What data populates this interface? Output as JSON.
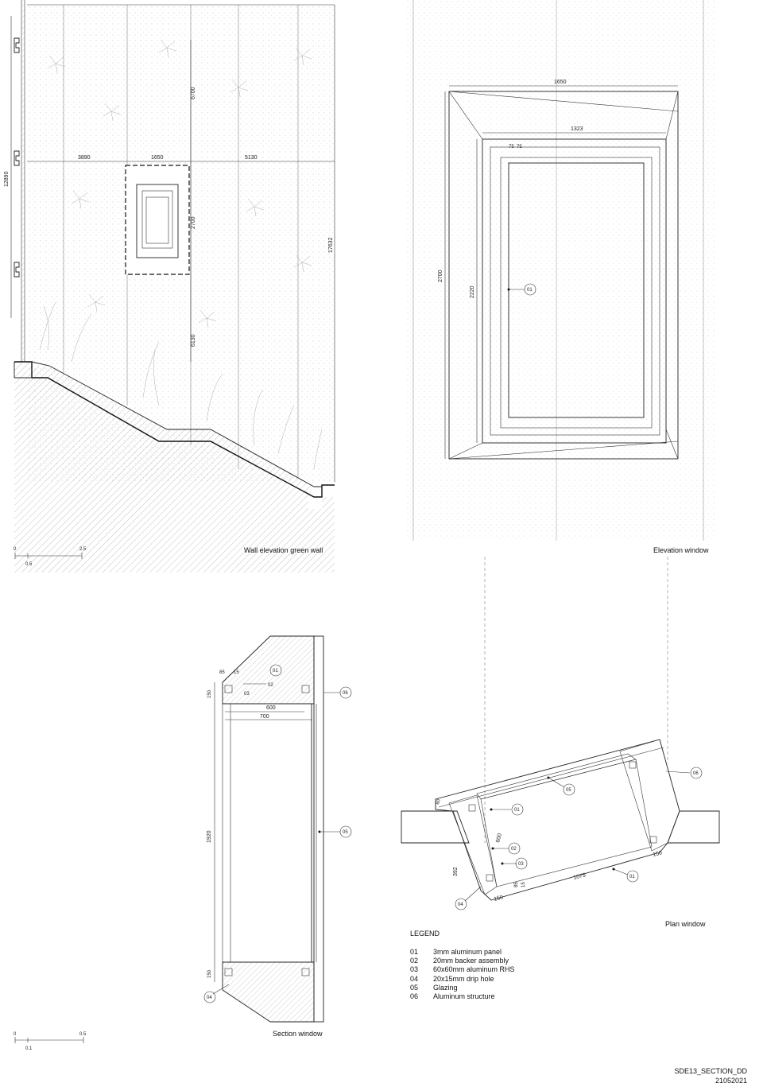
{
  "drawing": {
    "sheet_id": "SDE13_SECTION_DD",
    "date": "21052021"
  },
  "views": {
    "wall_elevation": {
      "caption": "Wall elevation green wall",
      "dims": [
        "12890",
        "6700",
        "3890",
        "1650",
        "5130",
        "2700",
        "17632",
        "6130"
      ],
      "scale": [
        "0",
        "2.5",
        "0.5"
      ]
    },
    "elevation_window": {
      "caption": "Elevation window",
      "dims": [
        "1650",
        "1323",
        "75",
        "75",
        "2700",
        "2220"
      ],
      "tag": "01"
    },
    "section_window": {
      "caption": "Section window",
      "dims": [
        "85",
        "15",
        "150",
        "600",
        "700",
        "1920",
        "150"
      ],
      "tags": [
        "01",
        "02",
        "03",
        "06",
        "05",
        "04"
      ],
      "scale": [
        "0",
        "0.5",
        "0.1"
      ]
    },
    "plan_window": {
      "caption": "Plan window",
      "dims": [
        "60",
        "600",
        "392",
        "15",
        "85",
        "1075",
        "150",
        "150"
      ],
      "tags": [
        "06",
        "05",
        "01",
        "02",
        "03",
        "04",
        "01"
      ]
    }
  },
  "legend": {
    "title": "LEGEND",
    "items": [
      {
        "num": "01",
        "text": "3mm aluminum panel"
      },
      {
        "num": "02",
        "text": "20mm  backer assembly"
      },
      {
        "num": "03",
        "text": "60x60mm aluminum RHS"
      },
      {
        "num": "04",
        "text": "20x15mm drip hole"
      },
      {
        "num": "05",
        "text": "Glazing"
      },
      {
        "num": "06",
        "text": "Aluminum structure"
      }
    ]
  }
}
